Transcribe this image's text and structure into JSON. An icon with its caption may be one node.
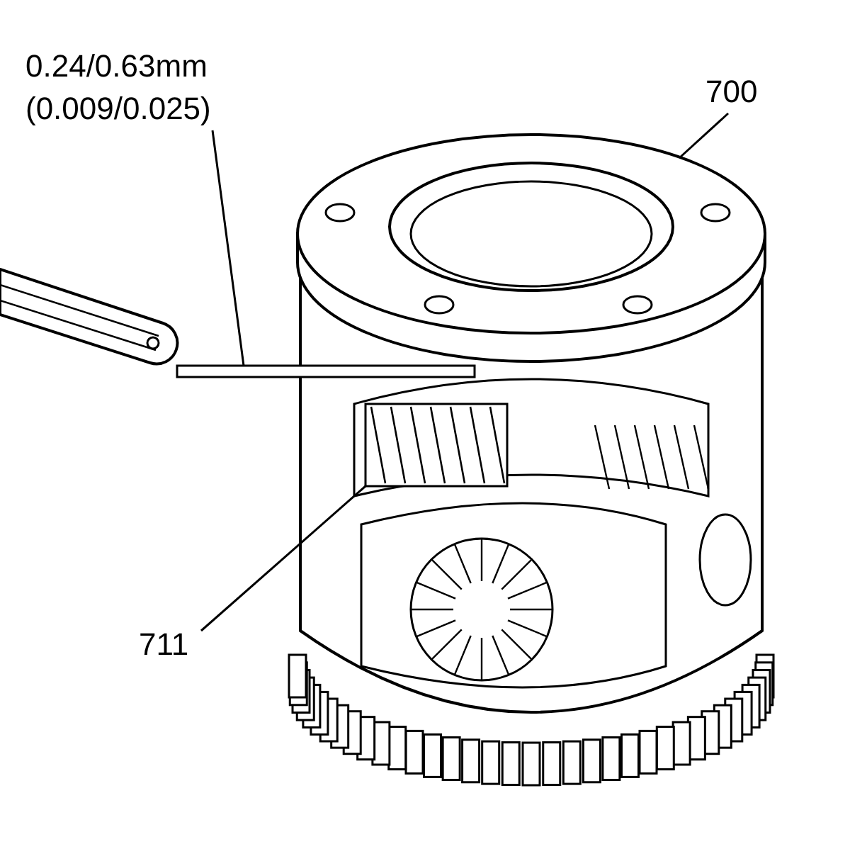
{
  "diagram": {
    "nodes": [
      {
        "text": [
          "0.24/0.63mm (0.009/0.025)"
        ]
      },
      {
        "text": [
          "700"
        ]
      },
      {
        "text": [],
        "shape": "bar"
      },
      {
        "text": [],
        "shape": "picture"
      },
      {
        "text": [
          "711"
        ]
      },
      {
        "text": [],
        "shape": "picture"
      }
    ],
    "edges": [
      {
        "from": 0,
        "to": 2,
        "arrow": "none"
      },
      {
        "from": 1,
        "to": 3,
        "arrow": "none"
      },
      {
        "from": 4,
        "to": 5,
        "arrow": "none"
      }
    ]
  }
}
